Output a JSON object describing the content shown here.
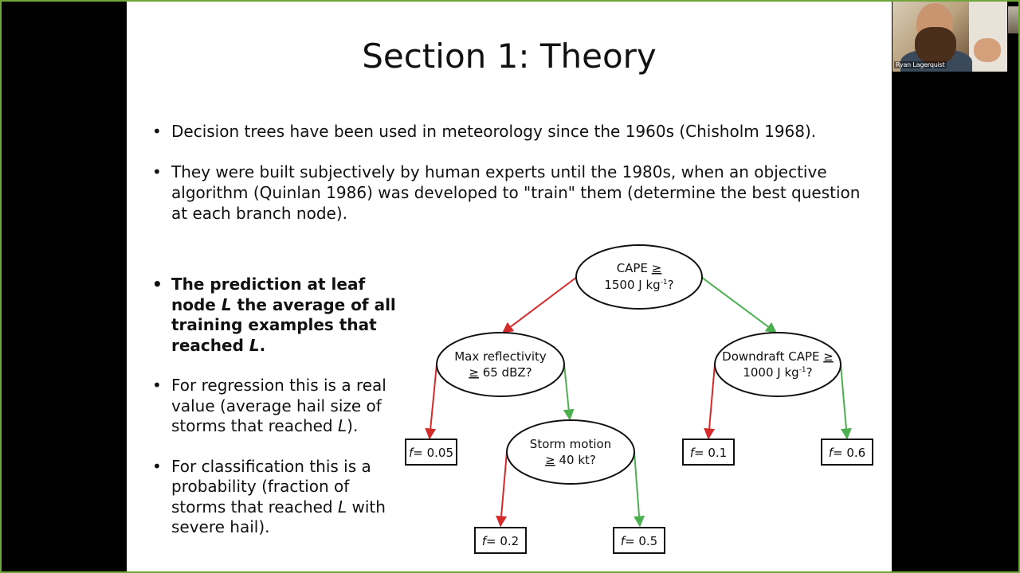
{
  "slide": {
    "title": "Section 1: Theory",
    "top_bullets": [
      "Decision trees have been used in meteorology since the 1960s (Chisholm 1968).",
      "They were built subjectively by human experts until the 1980s, when an objective algorithm (Quinlan 1986) was developed to \"train\" them (determine the best question at each branch node)."
    ],
    "left_bullets": {
      "b1": {
        "p1": "The prediction at leaf node ",
        "var": "L",
        "p2": " the average of all training examples that reached ",
        "p3": "."
      },
      "b2": {
        "p1": "For regression this is a real value (average hail size of storms that reached ",
        "var": "L",
        "p2": ")."
      },
      "b3": {
        "p1": "For classification this is a probability (fraction of storms that reached ",
        "var": "L",
        "p2": " with severe hail)."
      }
    }
  },
  "tree": {
    "nodes": {
      "cape": {
        "line1": "CAPE ",
        "op1": "≥",
        "line2a": "1500 J kg",
        "sup": "-1",
        "line2b": "?"
      },
      "maxref": {
        "line1": "Max reflectivity",
        "op": "≥",
        "line2": " 65 dBZ?"
      },
      "dcape": {
        "line1": "Downdraft CAPE ",
        "op1": "≥",
        "line2a": "1000 J kg",
        "sup": "-1",
        "line2b": "?"
      },
      "storm": {
        "line1": "Storm motion",
        "op": "≥",
        "line2": " 40 kt?"
      }
    },
    "leaf_var": "f",
    "leaves": {
      "l1": "= 0.05",
      "l2": "= 0.2",
      "l3": "= 0.5",
      "l4": "= 0.1",
      "l5": "= 0.6"
    },
    "colors": {
      "no": "#d42a2a",
      "yes": "#4caf50"
    }
  },
  "video": {
    "participant_name": "Ryan Lagerquist"
  }
}
